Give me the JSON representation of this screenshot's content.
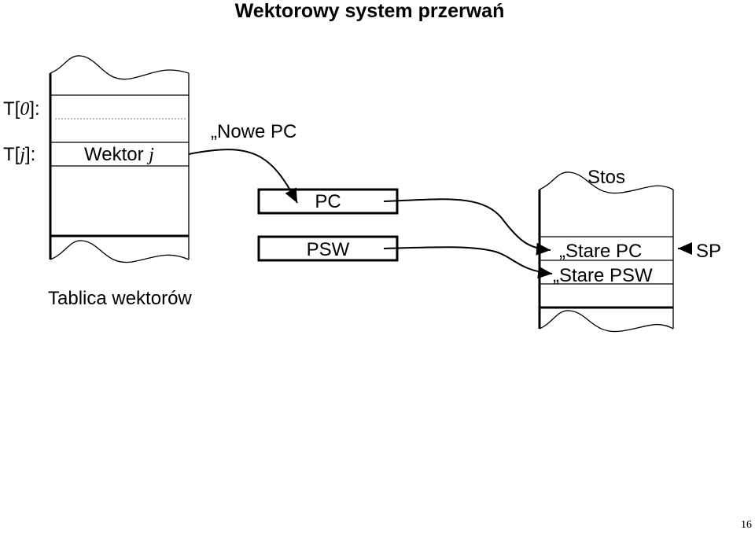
{
  "title": "Wektorowy system przerwań",
  "vector_table": {
    "row0_prefix": "T[",
    "row0_index": "0",
    "row0_suffix": "]:",
    "rowj_prefix": "T[",
    "rowj_index": "j",
    "rowj_suffix": "]:",
    "entry_word": "Wektor",
    "entry_index": "j",
    "caption": "Tablica wektorów"
  },
  "new_pc_label": "„Nowe  PC",
  "registers": {
    "pc": "PC",
    "psw": "PSW"
  },
  "stack": {
    "label": "Stos",
    "old_pc": "„Stare  PC",
    "old_psw": "„Stare  PSW",
    "pointer": "SP"
  },
  "page_number": "16"
}
